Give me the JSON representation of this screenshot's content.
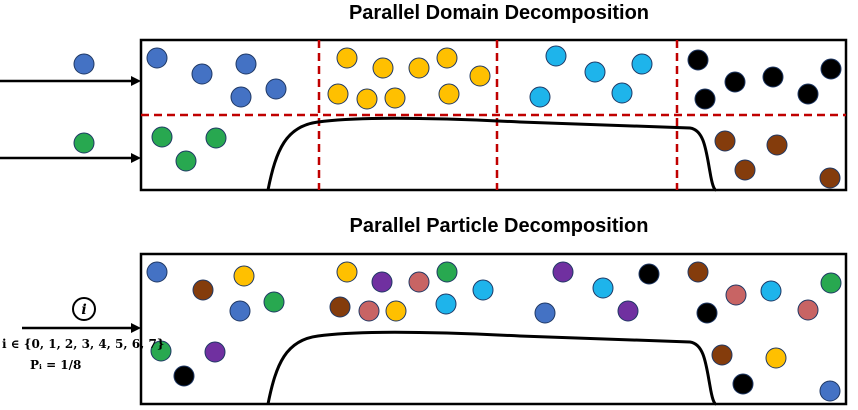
{
  "top_panel": {
    "title": "Parallel Domain Decomposition"
  },
  "bottom_panel": {
    "title": "Parallel Particle Decomposition",
    "index_symbol": "i",
    "index_set": "i ∈ {0, 1, 2, 3, 4, 5, 6, 7}",
    "probability": "Pᵢ = 1/8"
  },
  "colors": {
    "blue": "#4472C4",
    "yellow": "#FFC000",
    "cyan": "#1EB4EB",
    "black": "#000000",
    "green": "#28A850",
    "brown": "#843C0C",
    "purple": "#7030A0",
    "red": "#C86464",
    "boundary_dash": "#C00000"
  }
}
